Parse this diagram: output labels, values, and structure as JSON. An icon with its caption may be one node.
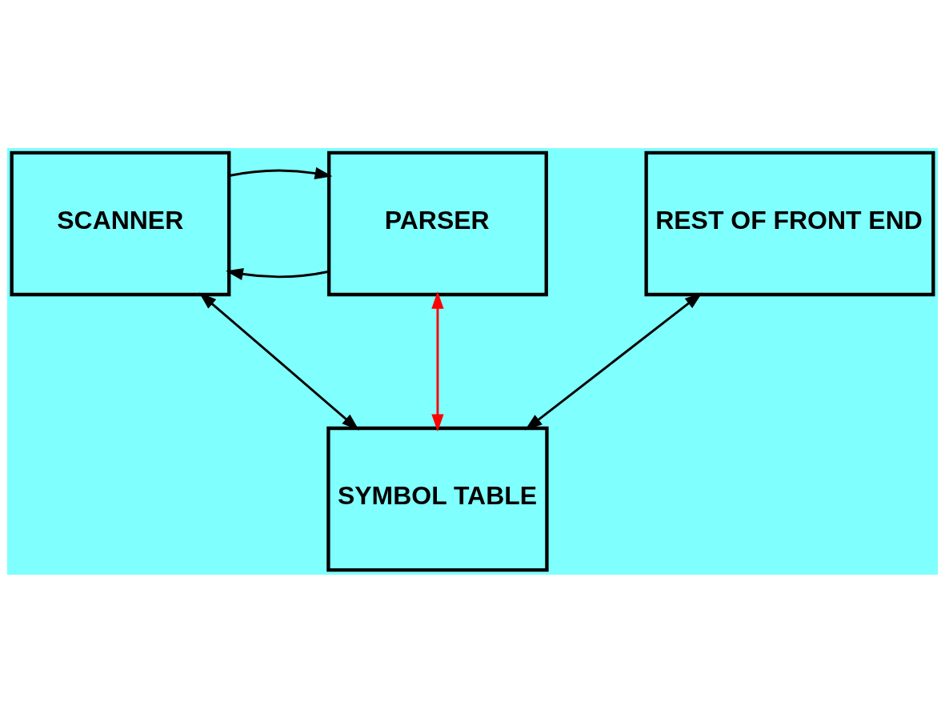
{
  "diagram": {
    "nodes": [
      {
        "text": [
          "SCANNER"
        ]
      },
      {
        "text": [
          "PARSER"
        ]
      },
      {
        "text": [
          "REST OF FRONT END"
        ]
      },
      {
        "text": [
          "SYMBOL TABLE"
        ]
      }
    ],
    "edges": [
      {
        "from": 1,
        "to": 0,
        "arrow": "to"
      },
      {
        "from": 0,
        "to": 1,
        "arrow": "to"
      },
      {
        "from": 0,
        "to": 3,
        "arrow": "both"
      },
      {
        "from": 1,
        "to": 3,
        "arrow": "both",
        "color": "#ff0000"
      },
      {
        "from": 2,
        "to": 3,
        "arrow": "both"
      }
    ]
  }
}
